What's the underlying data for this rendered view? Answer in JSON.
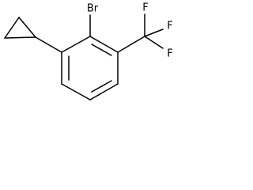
{
  "molecule": {
    "atoms": {
      "bromine": "Br",
      "fluorine_1": "F",
      "fluorine_2": "F",
      "fluorine_3": "F"
    }
  },
  "colors": {
    "bond": "#000000",
    "label": "#000000",
    "background": "#ffffff"
  }
}
